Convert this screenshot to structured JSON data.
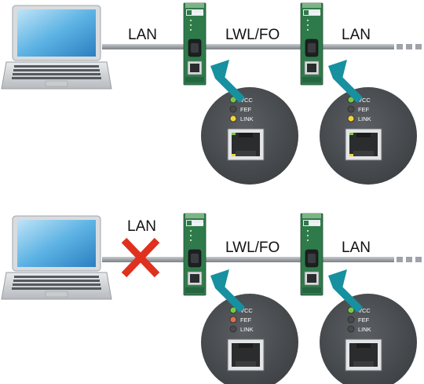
{
  "scenarios": [
    {
      "id": "normal",
      "labels": {
        "left_link": "LAN",
        "middle_link": "LWL/FO",
        "right_link": "LAN"
      },
      "converters": [
        {
          "leds": [
            {
              "name": "VCC",
              "color": "#7ac943"
            },
            {
              "name": "FEF",
              "color": "#4a4a4a"
            },
            {
              "name": "LINK",
              "color": "#f2d43a"
            }
          ]
        },
        {
          "leds": [
            {
              "name": "VCC",
              "color": "#7ac943"
            },
            {
              "name": "FEF",
              "color": "#4a4a4a"
            },
            {
              "name": "LINK",
              "color": "#f2d43a"
            }
          ]
        }
      ],
      "link_broken": false
    },
    {
      "id": "fault",
      "labels": {
        "left_link": "LAN",
        "middle_link": "LWL/FO",
        "right_link": "LAN"
      },
      "converters": [
        {
          "leds": [
            {
              "name": "VCC",
              "color": "#7ac943"
            },
            {
              "name": "FEF",
              "color": "#e0704a"
            },
            {
              "name": "LINK",
              "color": "#4a4a4a"
            }
          ]
        },
        {
          "leds": [
            {
              "name": "VCC",
              "color": "#7ac943"
            },
            {
              "name": "FEF",
              "color": "#4a4a4a"
            },
            {
              "name": "LINK",
              "color": "#4a4a4a"
            }
          ]
        }
      ],
      "link_broken": true
    }
  ],
  "colors": {
    "cable": "#9ea3a8",
    "arrow": "#1790a0",
    "circle_bg": "#4a4e52",
    "converter_green": "#2f7a4a",
    "fault_cross": "#e0301e"
  },
  "icons": {
    "computer": "laptop-icon",
    "fault": "red-x-icon"
  }
}
